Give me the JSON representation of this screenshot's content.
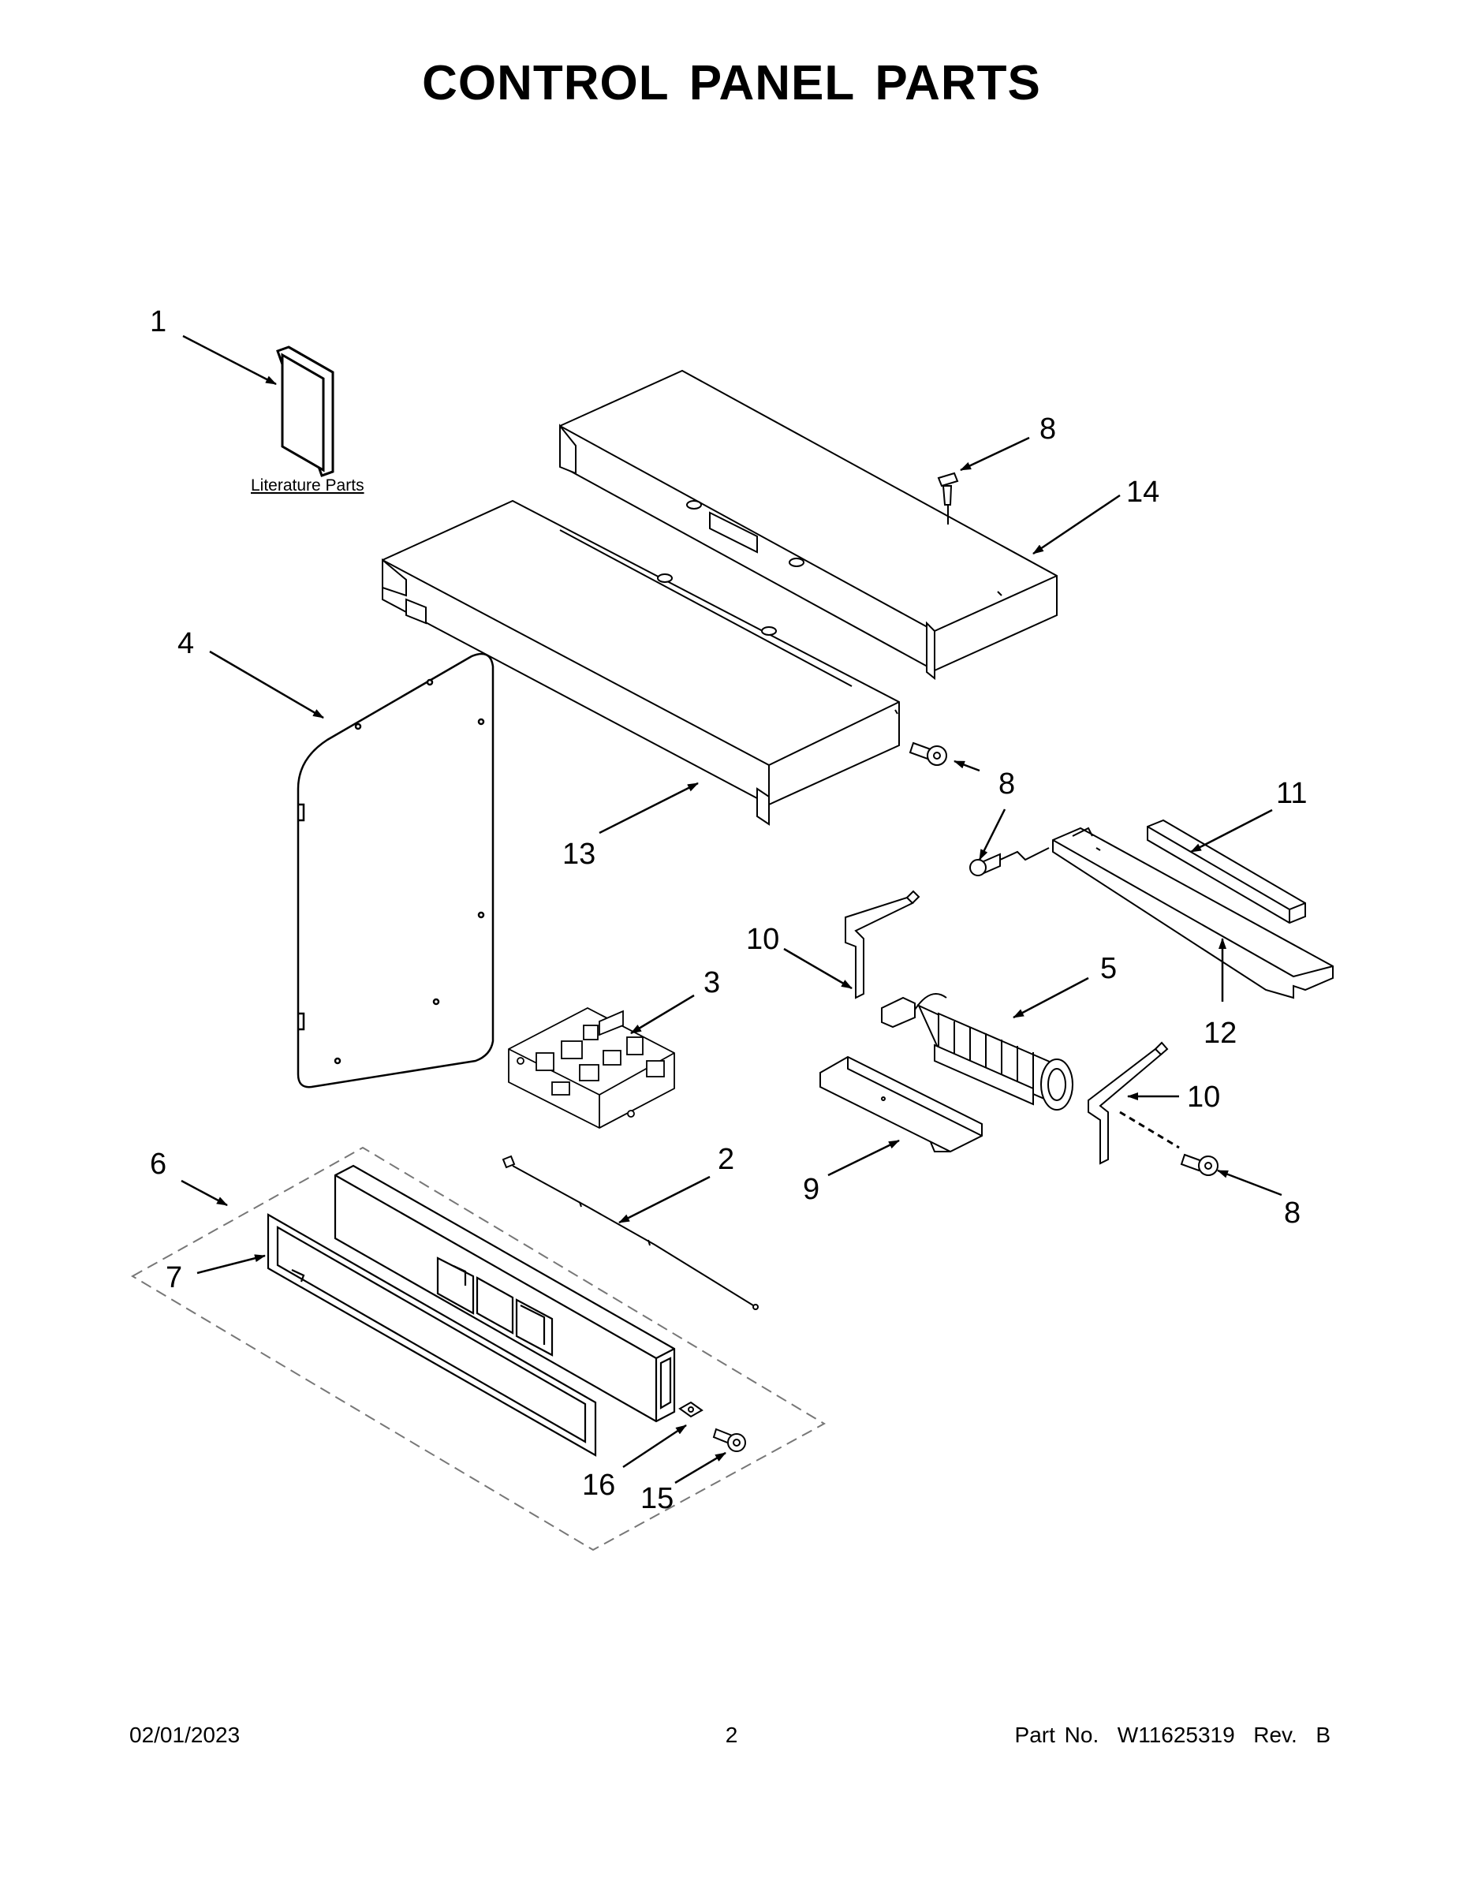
{
  "title": "CONTROL PANEL PARTS",
  "literature_label": "Literature Parts",
  "callouts": {
    "c1": "1",
    "c2": "2",
    "c3": "3",
    "c4": "4",
    "c5": "5",
    "c6": "6",
    "c7": "7",
    "c8a": "8",
    "c8b": "8",
    "c8c": "8",
    "c9": "9",
    "c10a": "10",
    "c10b": "10",
    "c11": "11",
    "c12": "12",
    "c13": "13",
    "c14": "14",
    "c15": "15",
    "c16": "16"
  },
  "footer": {
    "date": "02/01/2023",
    "page": "2",
    "part": "Part No.  W11625319  Rev.  B"
  }
}
